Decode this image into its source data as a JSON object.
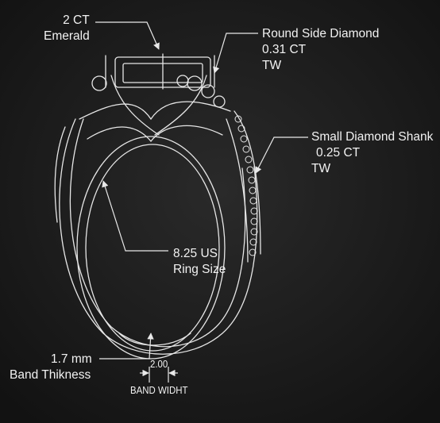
{
  "labels": {
    "emerald": {
      "line1": "2 CT",
      "line2": "Emerald"
    },
    "side_diamond": {
      "line1": "Round Side Diamond",
      "line2": "0.31 CT",
      "line3": "TW"
    },
    "shank": {
      "line1": "Small Diamond Shank",
      "line2": "0.25 CT",
      "line3": "TW"
    },
    "ring_size": {
      "line1": "8.25 US",
      "line2": "Ring Size"
    },
    "band_thickness": {
      "line1": "1.7 mm",
      "line2": "Band Thikness"
    },
    "band_width": {
      "value": "2.00",
      "label": "BAND WIDHT"
    }
  },
  "colors": {
    "background": "#161616",
    "line": "#e9e9e9",
    "text": "#f2f2f2"
  }
}
